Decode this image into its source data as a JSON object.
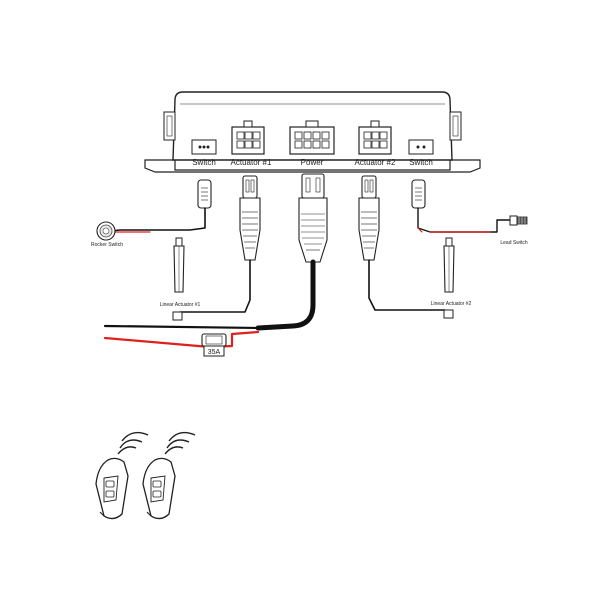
{
  "control_box": {
    "ports": [
      {
        "id": "switch-left",
        "label": "Switch"
      },
      {
        "id": "actuator-1",
        "label": "Actuator #1"
      },
      {
        "id": "power",
        "label": "Power"
      },
      {
        "id": "actuator-2",
        "label": "Actuator #2"
      },
      {
        "id": "switch-right",
        "label": "Switch"
      }
    ]
  },
  "components": {
    "rocker_switch": "Rocker Switch",
    "lead_switch": "Lead Switch",
    "linear_actuator_1": "Linear Actuator #1",
    "linear_actuator_2": "Linear Actuator #2",
    "fuse": "35A"
  },
  "colors": {
    "outline": "#222222",
    "wire_black": "#111111",
    "wire_red": "#e0201c"
  },
  "icons": [
    "remote-control-icon",
    "remote-control-icon"
  ]
}
